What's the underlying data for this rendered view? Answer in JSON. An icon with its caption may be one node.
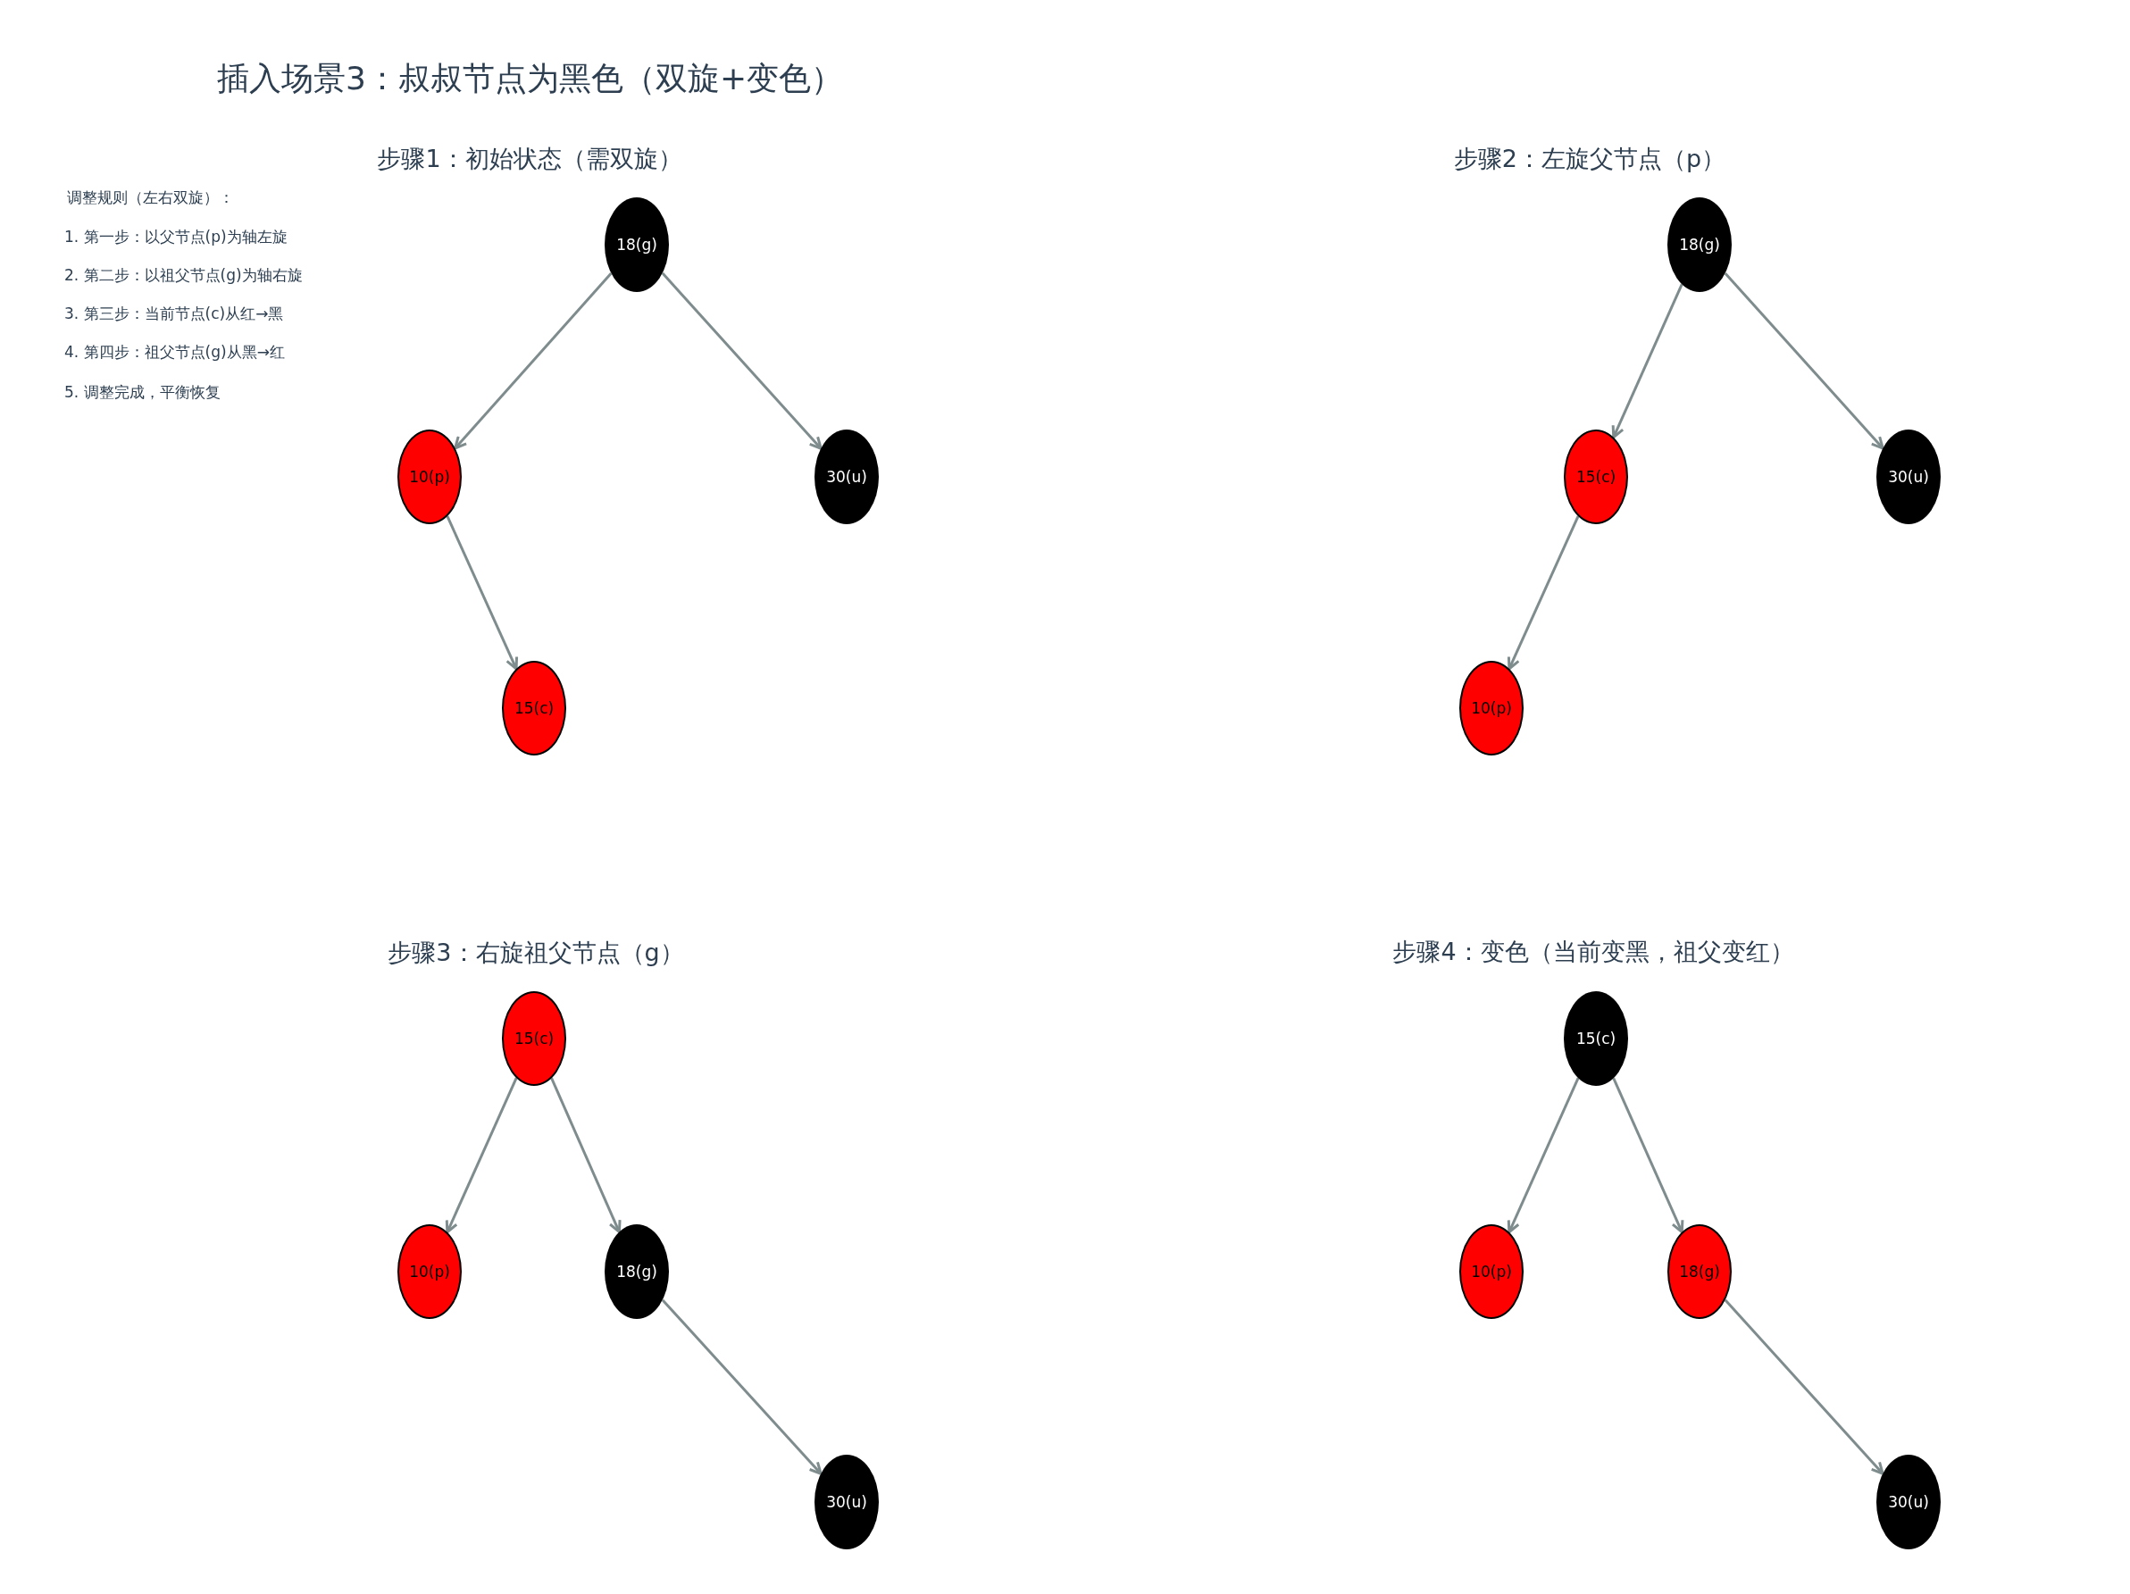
{
  "diagram": {
    "title": "插入场景3：叔叔节点为黑色（双旋+变色）",
    "nodes": [
      {
        "text": [
          "18(g)"
        ]
      },
      {
        "text": [
          "10(p)"
        ]
      },
      {
        "text": [
          "30(u)"
        ]
      },
      {
        "text": [
          "15(c)"
        ]
      },
      {
        "text": [
          "18(g)"
        ]
      },
      {
        "text": [
          "15(c)"
        ]
      },
      {
        "text": [
          "30(u)"
        ]
      },
      {
        "text": [
          "10(p)"
        ]
      },
      {
        "text": [
          "15(c)"
        ]
      },
      {
        "text": [
          "10(p)"
        ]
      },
      {
        "text": [
          "18(g)"
        ]
      },
      {
        "text": [
          "30(u)"
        ]
      },
      {
        "text": [
          "15(c)"
        ]
      },
      {
        "text": [
          "10(p)"
        ]
      },
      {
        "text": [
          "18(g)"
        ]
      },
      {
        "text": [
          "30(u)"
        ]
      }
    ],
    "edges": [
      {
        "from": 0,
        "to": 1,
        "arrow": "to"
      },
      {
        "from": 0,
        "to": 2,
        "arrow": "to"
      },
      {
        "from": 1,
        "to": 3,
        "arrow": "to"
      },
      {
        "from": 4,
        "to": 5,
        "arrow": "to"
      },
      {
        "from": 4,
        "to": 6,
        "arrow": "to"
      },
      {
        "from": 5,
        "to": 7,
        "arrow": "to"
      },
      {
        "from": 8,
        "to": 9,
        "arrow": "to"
      },
      {
        "from": 8,
        "to": 10,
        "arrow": "to"
      },
      {
        "from": 10,
        "to": 11,
        "arrow": "to"
      },
      {
        "from": 12,
        "to": 13,
        "arrow": "to"
      },
      {
        "from": 12,
        "to": 14,
        "arrow": "to"
      },
      {
        "from": 14,
        "to": 15,
        "arrow": "to"
      }
    ],
    "labels": [
      "步骤1：初始状态（需双旋）",
      "步骤2：左旋父节点（p）",
      "调整规则（左右双旋）：",
      "1. 第一步：以父节点(p)为轴左旋",
      "2. 第二步：以祖父节点(g)为轴右旋",
      "3. 第三步：当前节点(c)从红→黑",
      "4. 第四步：祖父节点(g)从黑→红",
      "5. 调整完成，平衡恢复",
      "步骤3：右旋祖父节点（g）",
      "步骤4：变色（当前变黑，祖父变红）"
    ]
  }
}
